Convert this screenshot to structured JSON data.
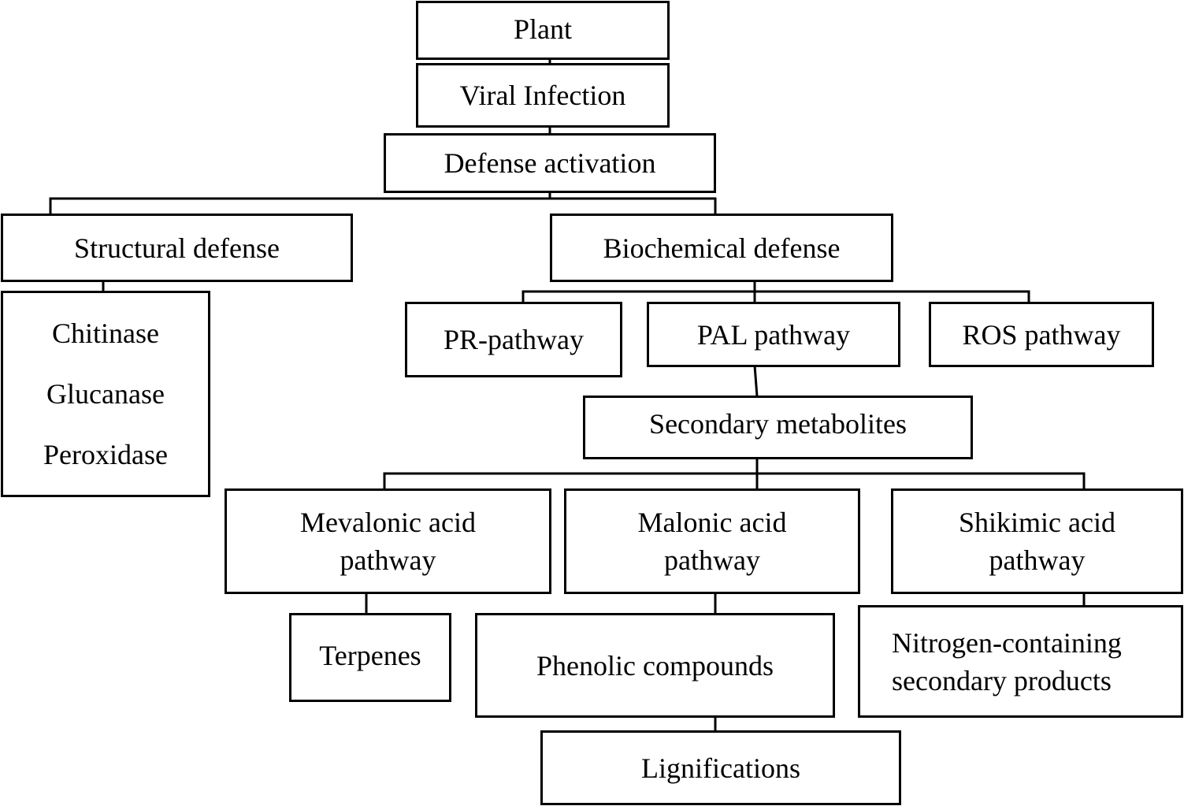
{
  "diagram": {
    "nodes": {
      "plant": "Plant",
      "viral_infection": "Viral Infection",
      "defense_activation": "Defense activation",
      "structural_defense": "Structural defense",
      "structural_enzymes": [
        "Chitinase",
        "Glucanase",
        "Peroxidase"
      ],
      "biochemical_defense": "Biochemical defense",
      "pr_pathway": "PR-pathway",
      "pal_pathway": "PAL pathway",
      "ros_pathway": "ROS pathway",
      "secondary_metabolites": "Secondary metabolites",
      "mevalonic": [
        "Mevalonic acid",
        "pathway"
      ],
      "malonic": [
        "Malonic acid",
        "pathway"
      ],
      "shikimic": [
        "Shikimic acid",
        "pathway"
      ],
      "terpenes": "Terpenes",
      "phenolic": "Phenolic compounds",
      "nitrogen": [
        "Nitrogen-containing",
        "secondary products"
      ],
      "lignifications": "Lignifications"
    },
    "edges": [
      [
        "Plant",
        "Viral Infection"
      ],
      [
        "Viral Infection",
        "Defense activation"
      ],
      [
        "Defense activation",
        "Structural defense"
      ],
      [
        "Defense activation",
        "Biochemical defense"
      ],
      [
        "Structural defense",
        "Chitinase / Glucanase / Peroxidase"
      ],
      [
        "Biochemical defense",
        "PR-pathway"
      ],
      [
        "Biochemical defense",
        "PAL pathway"
      ],
      [
        "Biochemical defense",
        "ROS pathway"
      ],
      [
        "PAL pathway",
        "Secondary metabolites"
      ],
      [
        "Secondary metabolites",
        "Mevalonic acid pathway"
      ],
      [
        "Secondary metabolites",
        "Malonic acid pathway"
      ],
      [
        "Secondary metabolites",
        "Shikimic acid pathway"
      ],
      [
        "Mevalonic acid pathway",
        "Terpenes"
      ],
      [
        "Malonic acid pathway",
        "Phenolic compounds"
      ],
      [
        "Shikimic acid pathway",
        "Nitrogen-containing secondary products"
      ],
      [
        "Phenolic compounds",
        "Lignifications"
      ]
    ]
  }
}
